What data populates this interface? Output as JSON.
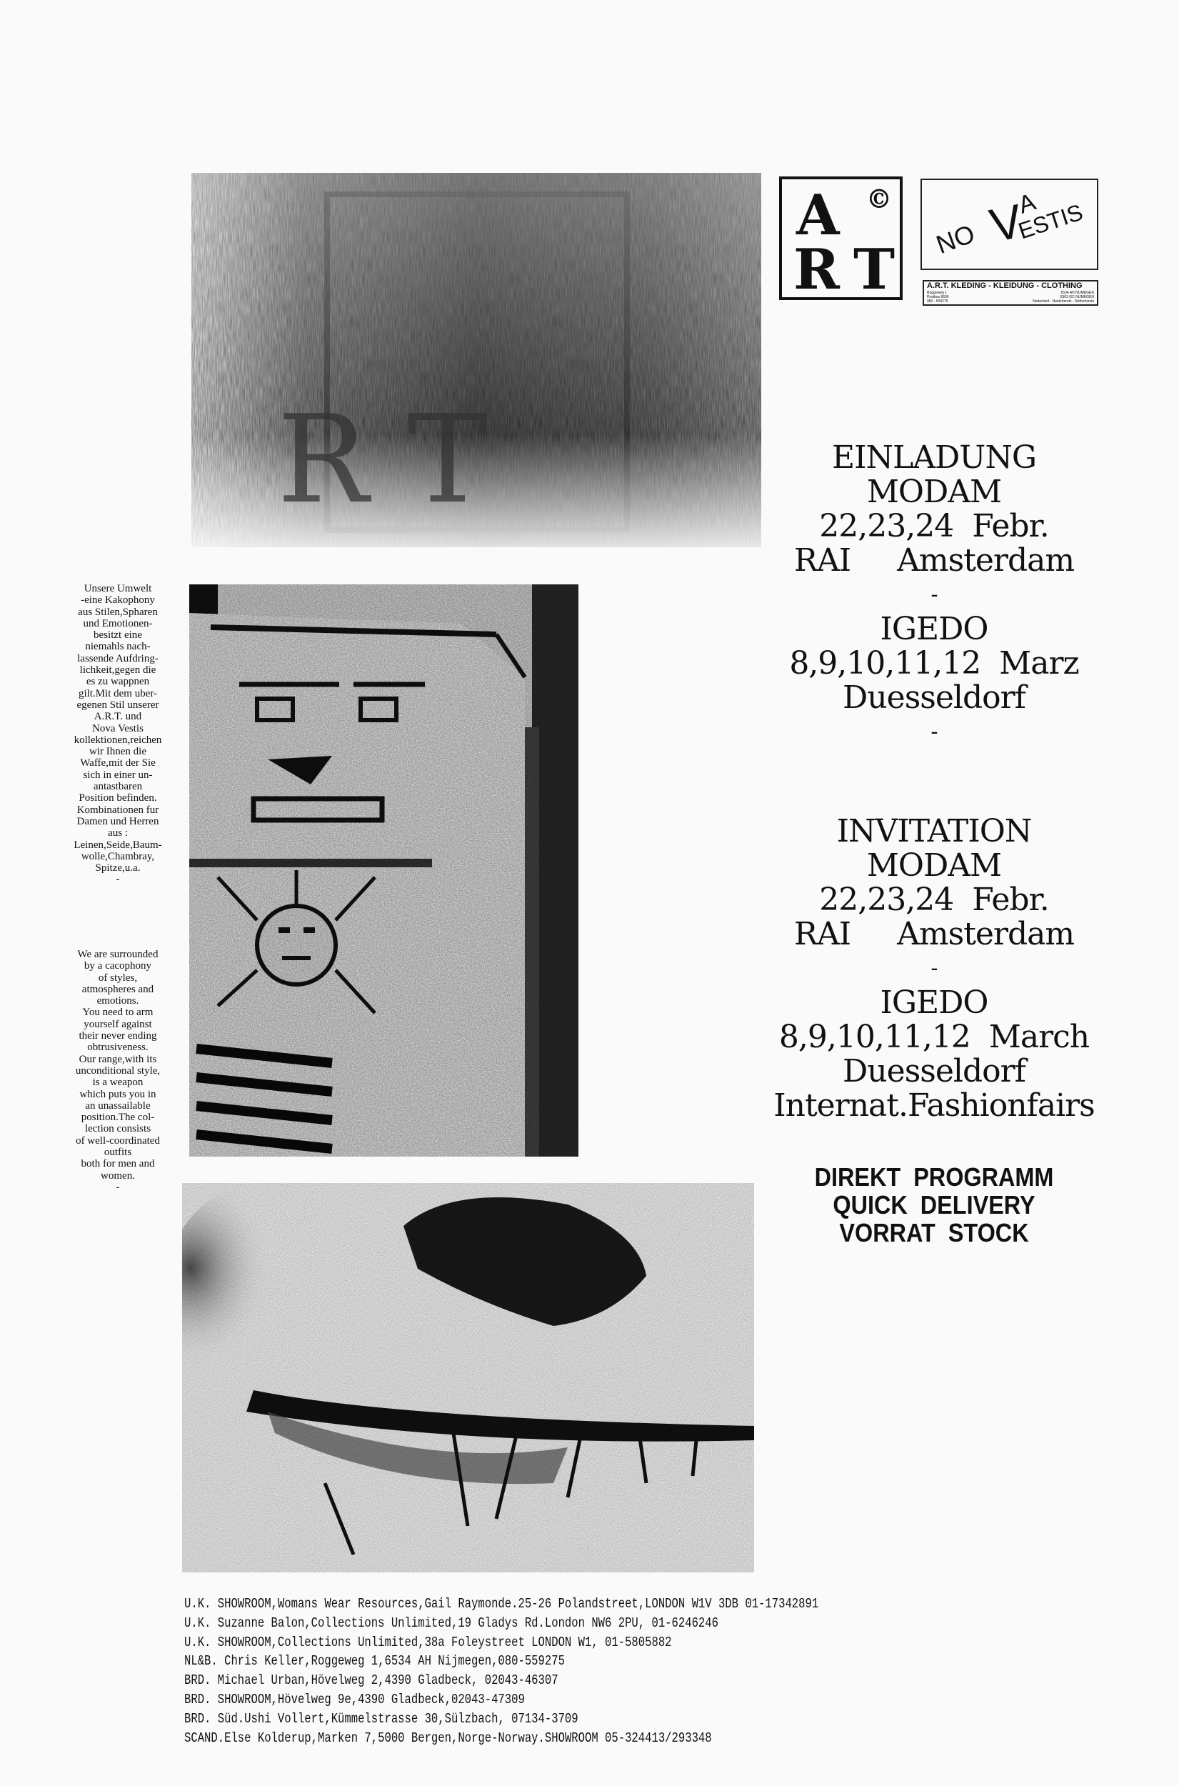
{
  "logos": {
    "art": {
      "letters": [
        "A",
        "R",
        "T"
      ],
      "mark": "©"
    },
    "nova_vestis": {
      "text_no": "NO",
      "text_v": "V",
      "text_a": "A",
      "text_estis": "ESTIS"
    },
    "clothing_strip": {
      "title": "A.R.T. KLEDING - KLEIDUNG - CLOTHING",
      "address_left": [
        "Roggeweg 1",
        "Postbus 6606",
        "080 - 559275"
      ],
      "address_right": [
        "6534 AH NIJMEGEN",
        "6503 GC NIJMEGEN",
        "Nederland - Niederlande - Netherlands"
      ]
    }
  },
  "german": {
    "lines": [
      "EINLADUNG",
      "MODAM",
      "22,23,24  Febr.",
      "RAI     Amsterdam",
      "-",
      "IGEDO",
      "8,9,10,11,12  Marz",
      "Duesseldorf",
      "-"
    ]
  },
  "english": {
    "lines": [
      "INVITATION",
      "MODAM",
      "22,23,24  Febr.",
      "RAI     Amsterdam",
      "-",
      "IGEDO",
      "8,9,10,11,12  March",
      "Duesseldorf",
      "Internat.Fashionfairs"
    ]
  },
  "programme": [
    "DIREKT  PROGRAMM",
    "QUICK  DELIVERY",
    "VORRAT  STOCK"
  ],
  "left_german": [
    "Unsere Umwelt",
    "-eine Kakophony",
    "aus Stilen,Spharen",
    "und Emotionen-",
    "besitzt eine",
    "niemahls nach-",
    "lassende Aufdring-",
    "lichkeit,gegen die",
    "es zu wappnen",
    "gilt.Mit dem uber-",
    "egenen Stil unserer",
    "A.R.T. und",
    "Nova Vestis",
    "kollektionen,reichen",
    "wir Ihnen die",
    "Waffe,mit der Sie",
    "sich in einer un-",
    "antastbaren",
    "Position befinden.",
    "Kombinationen fur",
    "Damen und Herren",
    "aus :",
    "Leinen,Seide,Baum-",
    "wolle,Chambray,",
    "Spitze,u.a.",
    "-"
  ],
  "left_english": [
    "We are surrounded",
    "by a cacophony",
    "of styles,",
    "atmospheres and",
    "emotions.",
    "You need to arm",
    "yourself against",
    "their never ending",
    "obtrusiveness.",
    "Our range,with its",
    "unconditional style,",
    "is a weapon",
    "which puts you in",
    "an unassailable",
    "position.The col-",
    "lection consists",
    "of well-coordinated",
    "outfits",
    "both for men and",
    "women.",
    "-"
  ],
  "footer": [
    "U.K.  SHOWROOM,Womans Wear Resources,Gail Raymonde.25-26 Polandstreet,LONDON W1V 3DB 01-17342891",
    "U.K.  Suzanne Balon,Collections Unlimited,19 Gladys Rd.London NW6 2PU, 01-6246246",
    "U.K.  SHOWROOM,Collections Unlimited,38a Foleystreet LONDON W1, 01-5805882",
    "NL&B. Chris Keller,Roggeweg 1,6534 AH Nijmegen,080-559275",
    "BRD.  Michael Urban,Hövelweg 2,4390 Gladbeck, 02043-46307",
    "BRD.  SHOWROOM,Hövelweg 9e,4390 Gladbeck,02043-47309",
    "BRD.  Süd.Ushi Vollert,Kümmelstrasse 30,Sülzbach, 07134-3709",
    "SCAND.Else Kolderup,Marken 7,5000 Bergen,Norge-Norway.SHOWROOM 05-324413/293348"
  ]
}
